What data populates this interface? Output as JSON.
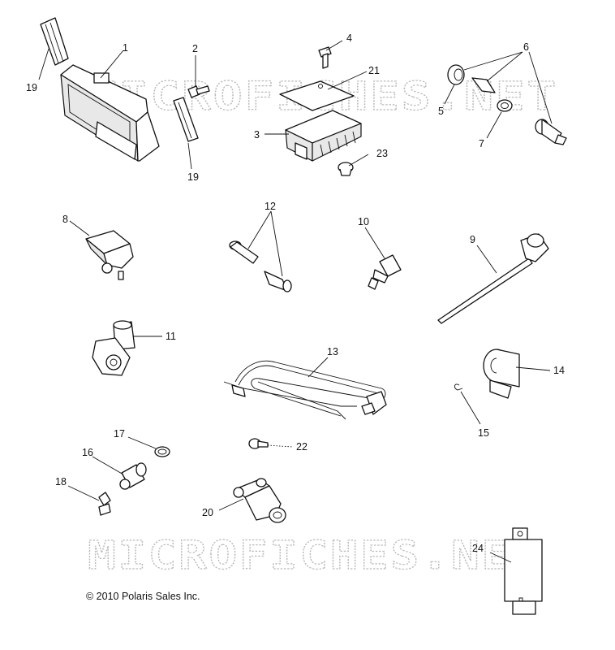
{
  "watermark": "MICROFICHES.NET",
  "copyright": "© 2010 Polaris Sales Inc.",
  "callouts": {
    "c1": "1",
    "c2": "2",
    "c3": "3",
    "c4": "4",
    "c5": "5",
    "c6": "6",
    "c7": "7",
    "c8": "8",
    "c9": "9",
    "c10": "10",
    "c11": "11",
    "c12": "12",
    "c13": "13",
    "c14": "14",
    "c15": "15",
    "c16": "16",
    "c17": "17",
    "c18": "18",
    "c19a": "19",
    "c19b": "19",
    "c20": "20",
    "c21": "21",
    "c22": "22",
    "c23": "23",
    "c24": "24"
  }
}
